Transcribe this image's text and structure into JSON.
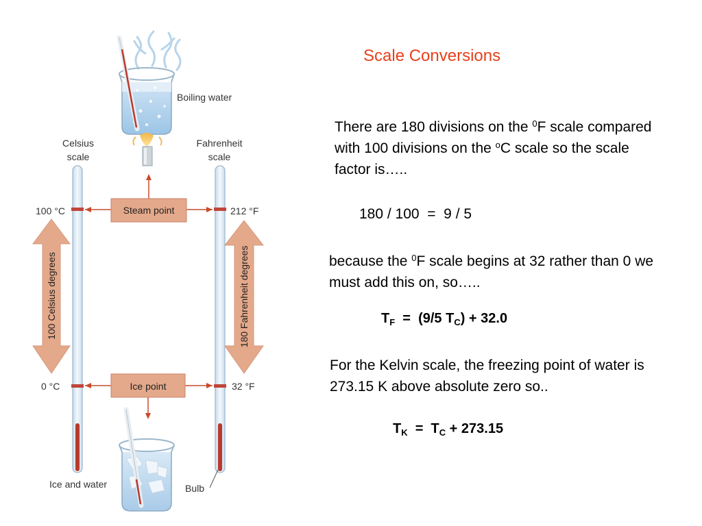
{
  "title": "Scale Conversions",
  "diagram": {
    "labels": {
      "boiling_water": "Boiling water",
      "celsius_scale_line1": "Celsius",
      "celsius_scale_line2": "scale",
      "fahrenheit_scale_line1": "Fahrenheit",
      "fahrenheit_scale_line2": "scale",
      "c_100": "100 °C",
      "f_212": "212 °F",
      "c_0": "0 °C",
      "f_32": "32 °F",
      "steam_point": "Steam point",
      "ice_point": "Ice point",
      "celsius_degrees": "100 Celsius degrees",
      "fahrenheit_degrees": "180 Fahrenheit degrees",
      "ice_and_water": "Ice and water",
      "bulb": "Bulb"
    },
    "colors": {
      "box_fill": "#e4a88a",
      "arrow_fill": "#e4a88a",
      "arrow_line": "#c94a2c",
      "mercury": "#b83a2e",
      "tube": "#dceaf4"
    }
  },
  "text": {
    "p1": {
      "a": "There are 180 divisions on the ",
      "sup1": "0",
      "b": "F scale compared with 100 divisions on the ",
      "sup2": "o",
      "c": "C scale so the scale factor is….."
    },
    "ratio": "180 / 100  =  9 / 5",
    "p2": {
      "a": "because the ",
      "sup": "0",
      "b": "F scale begins at 32 rather than 0 we must add this on, so….."
    },
    "eq1": {
      "a": "T",
      "sub1": "F",
      "b": "  =  (9/5 T",
      "sub2": "C",
      "c": ") + 32.0"
    },
    "p3": "For the Kelvin scale, the freezing point of water is 273.15 K above absolute zero so..",
    "eq2": {
      "a": "T",
      "sub1": "K",
      "b": "  =  T",
      "sub2": "C",
      "c": " + 273.15"
    }
  }
}
